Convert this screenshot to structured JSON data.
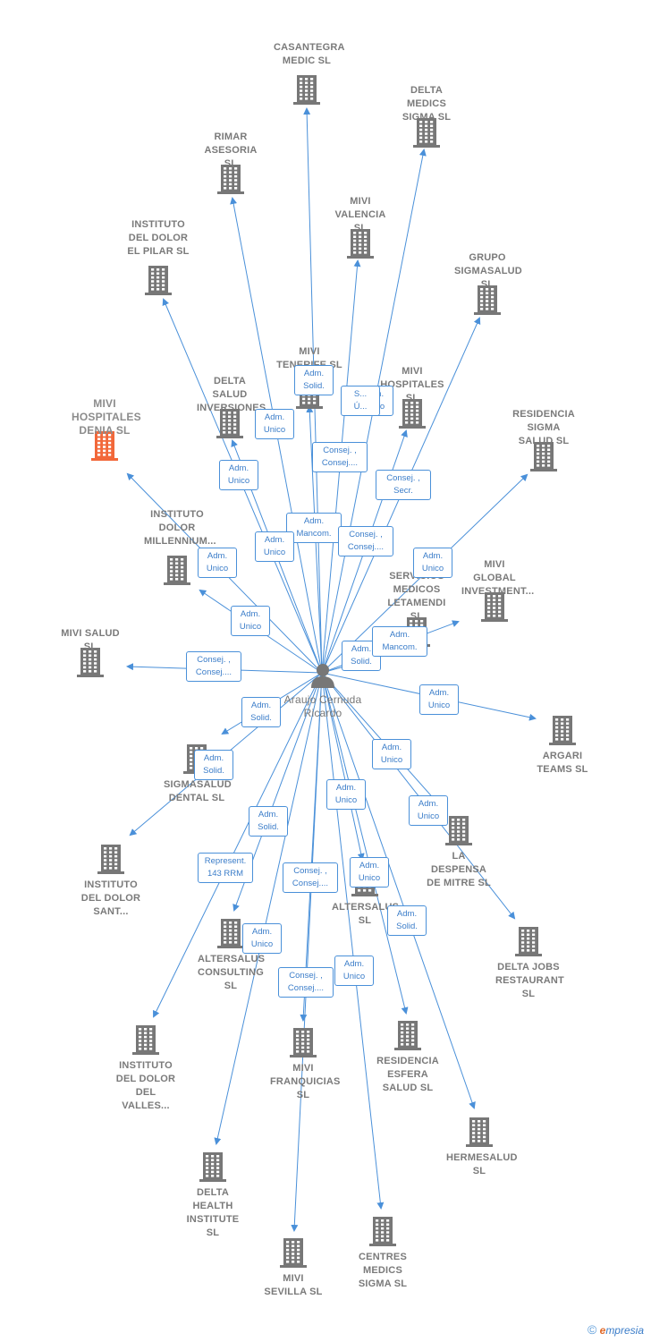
{
  "colors": {
    "edge": "#4a90d9",
    "building": "#777777",
    "focus_building": "#f2683a",
    "person": "#777777"
  },
  "center": {
    "name": "Araujo Cernuda Ricardo"
  },
  "nodes": [
    {
      "id": "casantegra",
      "label": "CASANTEGRA MEDIC SL",
      "focus": false
    },
    {
      "id": "delta_medics",
      "label": "DELTA MEDICS SIGMA SL",
      "focus": false
    },
    {
      "id": "rimar",
      "label": "RIMAR ASESORIA SL",
      "focus": false
    },
    {
      "id": "mivi_valencia",
      "label": "MIVI VALENCIA SL",
      "focus": false
    },
    {
      "id": "instituto_pilar",
      "label": "INSTITUTO DEL DOLOR EL PILAR SL",
      "focus": false
    },
    {
      "id": "grupo_sigma",
      "label": "GRUPO SIGMASALUD SL",
      "focus": false
    },
    {
      "id": "mivi_tenerife",
      "label": "MIVI TENERIFE SL",
      "focus": false
    },
    {
      "id": "mivi_hospitales",
      "label": "MIVI HOSPITALES SL",
      "focus": false
    },
    {
      "id": "mivi_denia",
      "label": "MIVI HOSPITALES DENIA SL",
      "focus": true
    },
    {
      "id": "delta_salud",
      "label": "DELTA SALUD INVERSIONES...",
      "focus": false
    },
    {
      "id": "residencia_sigma",
      "label": "RESIDENCIA SIGMA SALUD SL",
      "focus": false
    },
    {
      "id": "instituto_millennium",
      "label": "INSTITUTO DOLOR MILLENNIUM...",
      "focus": false
    },
    {
      "id": "mivi_global",
      "label": "MIVI GLOBAL INVESTMENT...",
      "focus": false
    },
    {
      "id": "servicios_letamendi",
      "label": "SERVICIOS MEDICOS LETAMENDI SL",
      "focus": false
    },
    {
      "id": "mivi_salud",
      "label": "MIVI SALUD SL",
      "focus": false
    },
    {
      "id": "argari",
      "label": "ARGARI TEAMS SL",
      "focus": false
    },
    {
      "id": "sigmasalud_dental",
      "label": "SIGMASALUD DENTAL SL",
      "focus": false
    },
    {
      "id": "instituto_sant",
      "label": "INSTITUTO DEL DOLOR SANT...",
      "focus": false
    },
    {
      "id": "la_despensa",
      "label": "LA DESPENSA DE MITRE SL",
      "focus": false
    },
    {
      "id": "altersalus",
      "label": "ALTERSALUS SL",
      "focus": false
    },
    {
      "id": "delta_jobs",
      "label": "DELTA JOBS RESTAURANT SL",
      "focus": false
    },
    {
      "id": "altersalus_consulting",
      "label": "ALTERSALUS CONSULTING SL",
      "focus": false
    },
    {
      "id": "instituto_valles",
      "label": "INSTITUTO DEL DOLOR DEL VALLES...",
      "focus": false
    },
    {
      "id": "mivi_franquicias",
      "label": "MIVI FRANQUICIAS SL",
      "focus": false
    },
    {
      "id": "residencia_esfera",
      "label": "RESIDENCIA ESFERA SALUD SL",
      "focus": false
    },
    {
      "id": "hermesalud",
      "label": "HERMESALUD SL",
      "focus": false
    },
    {
      "id": "delta_health",
      "label": "DELTA HEALTH INSTITUTE SL",
      "focus": false
    },
    {
      "id": "centres_medics",
      "label": "CENTRES MEDICS SIGMA SL",
      "focus": false
    },
    {
      "id": "mivi_sevilla",
      "label": "MIVI SEVILLA SL",
      "focus": false
    }
  ],
  "edges": [
    {
      "to": "casantegra",
      "role": "Adm.\nSolid."
    },
    {
      "to": "delta_medics",
      "role": "Consej. ,\nConsej...."
    },
    {
      "to": "rimar",
      "role": "Adm.\nUnico"
    },
    {
      "to": "mivi_valencia",
      "role": "Adm.\nUnico"
    },
    {
      "to": "instituto_pilar",
      "role": "Adm.\nUnico"
    },
    {
      "to": "grupo_sigma",
      "role": "Consej. ,\nSecr."
    },
    {
      "to": "mivi_tenerife",
      "role": "Adm.\nMancom."
    },
    {
      "to": "mivi_hospitales",
      "role": "Consej. ,\nConsej...."
    },
    {
      "to": "mivi_denia",
      "role": "Adm.\nUnico"
    },
    {
      "to": "delta_salud",
      "role": "Adm.\nUnico"
    },
    {
      "to": "residencia_sigma",
      "role": "Adm.\nUnico"
    },
    {
      "to": "instituto_millennium",
      "role": "Adm.\nUnico"
    },
    {
      "to": "mivi_global",
      "role": "Adm.\nSolid."
    },
    {
      "to": "servicios_letamendi",
      "role": "Adm.\nMancom."
    },
    {
      "to": "mivi_salud",
      "role": "Consej. ,\nConsej...."
    },
    {
      "to": "argari",
      "role": "Adm.\nUnico"
    },
    {
      "to": "sigmasalud_dental",
      "role": "Adm.\nSolid."
    },
    {
      "to": "instituto_sant",
      "role": "Adm.\nSolid."
    },
    {
      "to": "la_despensa",
      "role": "Adm.\nUnico"
    },
    {
      "to": "altersalus",
      "role": "Adm.\nUnico"
    },
    {
      "to": "delta_jobs",
      "role": "Adm.\nUnico"
    },
    {
      "to": "altersalus_consulting",
      "role": "Adm.\nSolid."
    },
    {
      "to": "instituto_valles",
      "role": "Represent.\n143 RRM"
    },
    {
      "to": "mivi_franquicias",
      "role": "Consej. ,\nConsej...."
    },
    {
      "to": "residencia_esfera",
      "role": "Adm.\nUnico"
    },
    {
      "to": "hermesalud",
      "role": "Adm.\nSolid."
    },
    {
      "to": "delta_health",
      "role": "Adm.\nUnico"
    },
    {
      "to": "centres_medics",
      "role": "Adm.\nUnico"
    },
    {
      "to": "mivi_sevilla",
      "role": "Consej. ,\nConsej...."
    },
    {
      "to": "mivi_valencia",
      "role": "S...\nÚ..."
    }
  ],
  "footer": {
    "copyright": "©",
    "brand_initial": "e",
    "brand_rest": "mpresia"
  }
}
